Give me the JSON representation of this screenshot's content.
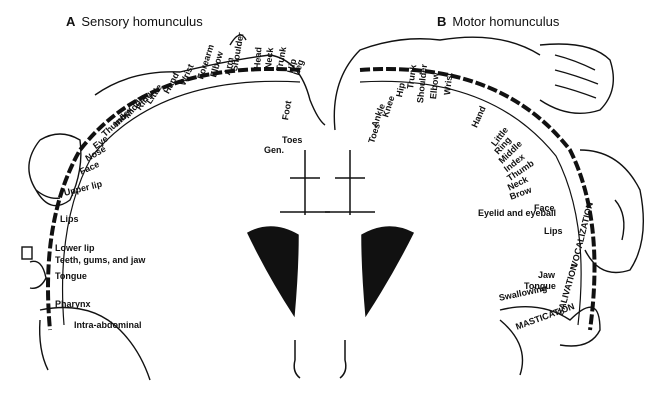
{
  "panel_a": {
    "letter": "A",
    "title": "Sensory homunculus",
    "labels": [
      "Leg",
      "Hip",
      "Trunk",
      "Neck",
      "Head",
      "Shoulder",
      "Arm",
      "Elbow",
      "Forearm",
      "Wrist",
      "Hand",
      "Little",
      "Ring",
      "Middle",
      "Index",
      "Thumb",
      "Eye",
      "Nose",
      "Face",
      "Upper lip",
      "Lips",
      "Lower lip",
      "Teeth, gums, and jaw",
      "Tongue",
      "Pharynx",
      "Intra-abdominal",
      "Foot",
      "Toes",
      "Gen."
    ]
  },
  "panel_b": {
    "letter": "B",
    "title": "Motor homunculus",
    "labels": [
      "Toes",
      "Ankle",
      "Knee",
      "Hip",
      "Trunk",
      "Shoulder",
      "Elbow",
      "Wrist",
      "Hand",
      "Little",
      "Ring",
      "Middle",
      "Index",
      "Thumb",
      "Neck",
      "Brow",
      "Eyelid and eyeball",
      "Face",
      "Lips",
      "Jaw",
      "Tongue",
      "Swallowing",
      "VOCALIZATION",
      "SALIVATION",
      "MASTICATION"
    ]
  }
}
